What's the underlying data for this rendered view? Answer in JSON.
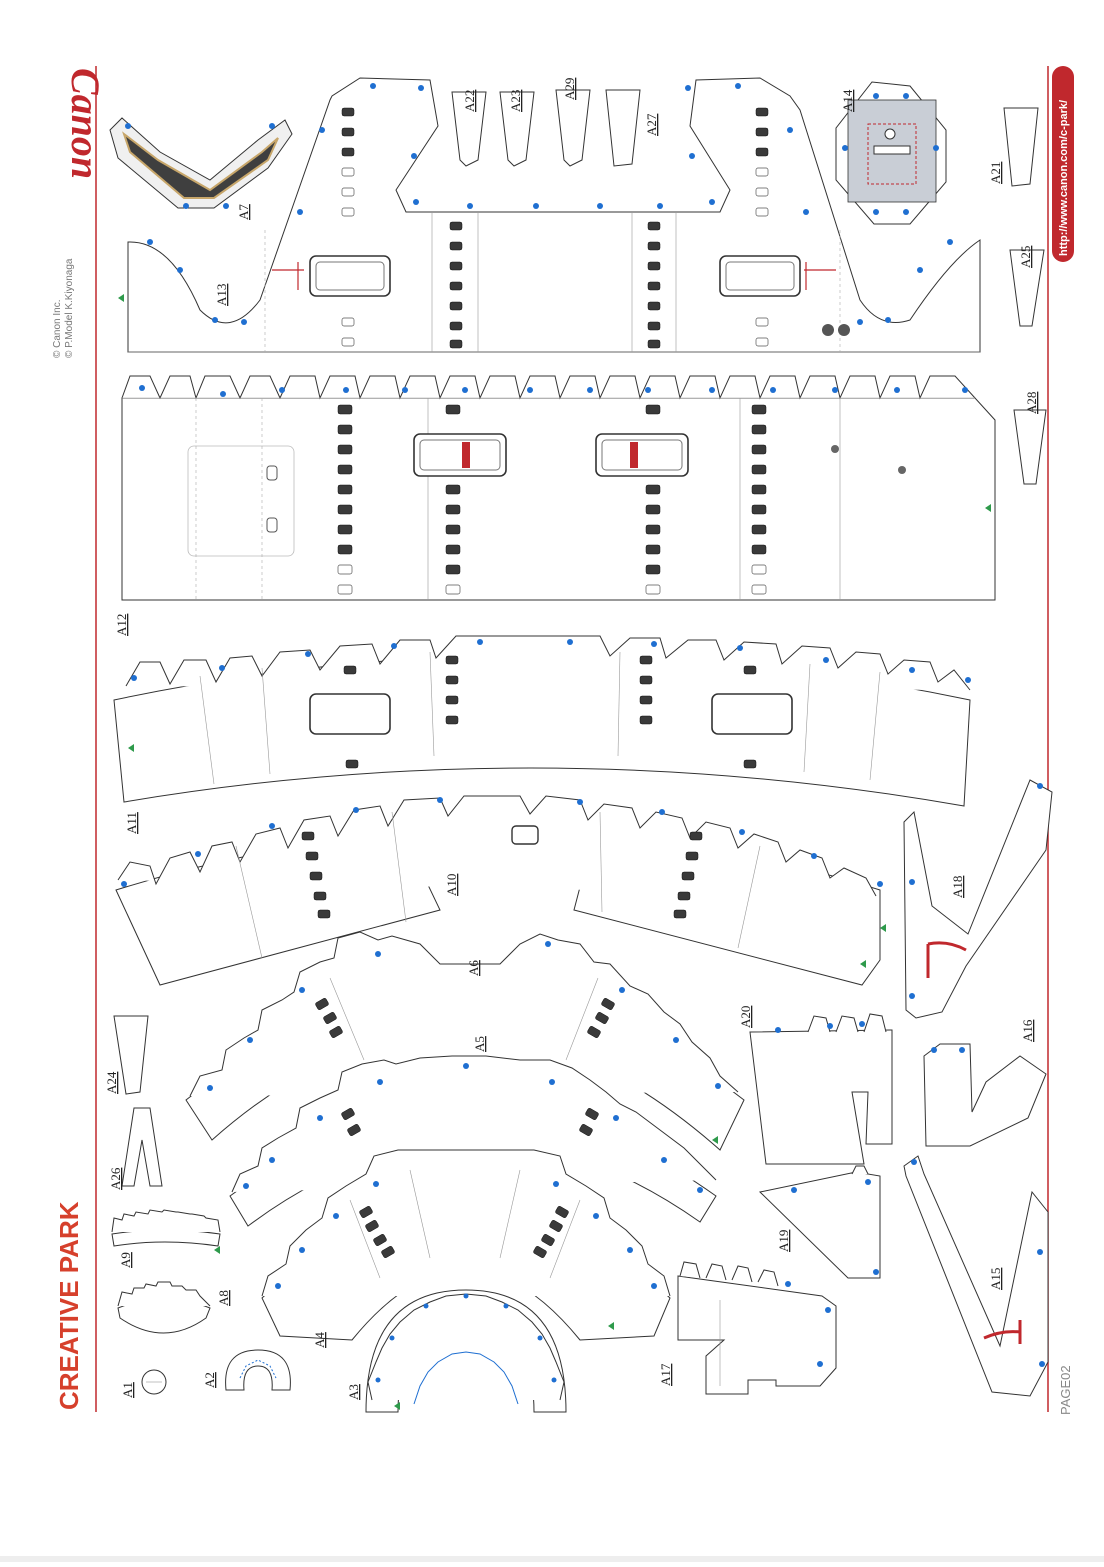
{
  "header": {
    "brand": "Canon",
    "copyright_1": "© Canon Inc.",
    "copyright_2": "© P.Model  K.Kiyonaga",
    "url": "http://www.canon.com/c-park/",
    "logo_text": "CREATIVE PARK",
    "page": "PAGE02"
  },
  "parts": {
    "A1": "A1",
    "A2": "A2",
    "A3": "A3",
    "A4": "A4",
    "A5": "A5",
    "A6": "A6",
    "A7": "A7",
    "A8": "A8",
    "A9": "A9",
    "A10": "A10",
    "A11": "A11",
    "A12": "A12",
    "A13": "A13",
    "A14": "A14",
    "A15": "A15",
    "A16": "A16",
    "A17": "A17",
    "A18": "A18",
    "A19": "A19",
    "A20": "A20",
    "A21": "A21",
    "A22": "A22",
    "A23": "A23",
    "A24": "A24",
    "A25": "A25",
    "A26": "A26",
    "A27": "A27",
    "A28": "A28",
    "A29": "A29"
  },
  "colors": {
    "accent_red": "#c0282d",
    "glue_dot": "#1f6fd1",
    "marker_green": "#2e9a4b",
    "window_dark": "#3a3a3a"
  }
}
